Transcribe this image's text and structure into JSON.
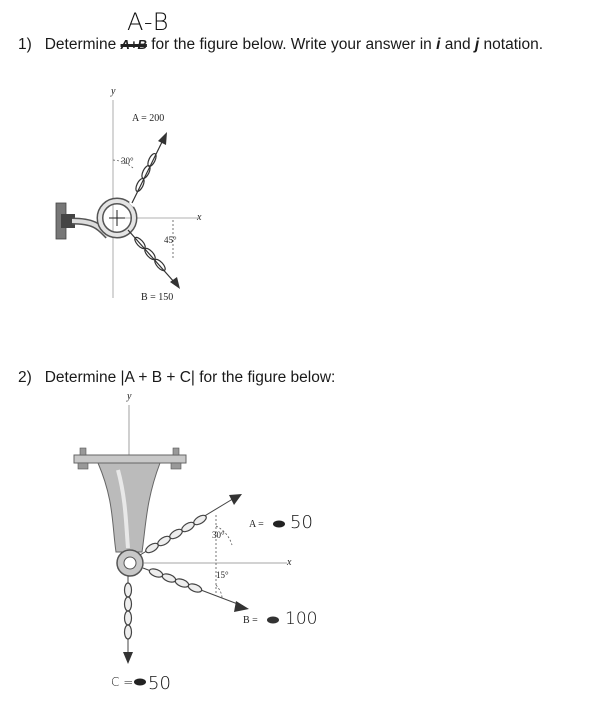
{
  "question1": {
    "handwritten_correction": "A-B",
    "number": "1)",
    "prefix": "Determine",
    "crossed_text": "A+B",
    "text_after": "for the figure below. Write your answer in",
    "i_symbol": "i",
    "and_text": "and",
    "j_symbol": "j",
    "text_end": "notation."
  },
  "figure1": {
    "axis_y": "y",
    "axis_x": "x",
    "label_A": "A = 200",
    "label_B": "B = 150",
    "angle_A": "30°",
    "angle_B": "45°"
  },
  "question2": {
    "number": "2)",
    "text": "Determine |A + B + C| for the figure below:"
  },
  "figure2": {
    "axis_y": "y",
    "axis_x": "x",
    "label_A_prefix": "A =",
    "value_A": "50",
    "label_B_prefix": "B =",
    "value_B": "100",
    "label_C_prefix": "C =",
    "value_C": "50",
    "angle_A": "30°",
    "angle_B": "15°"
  }
}
